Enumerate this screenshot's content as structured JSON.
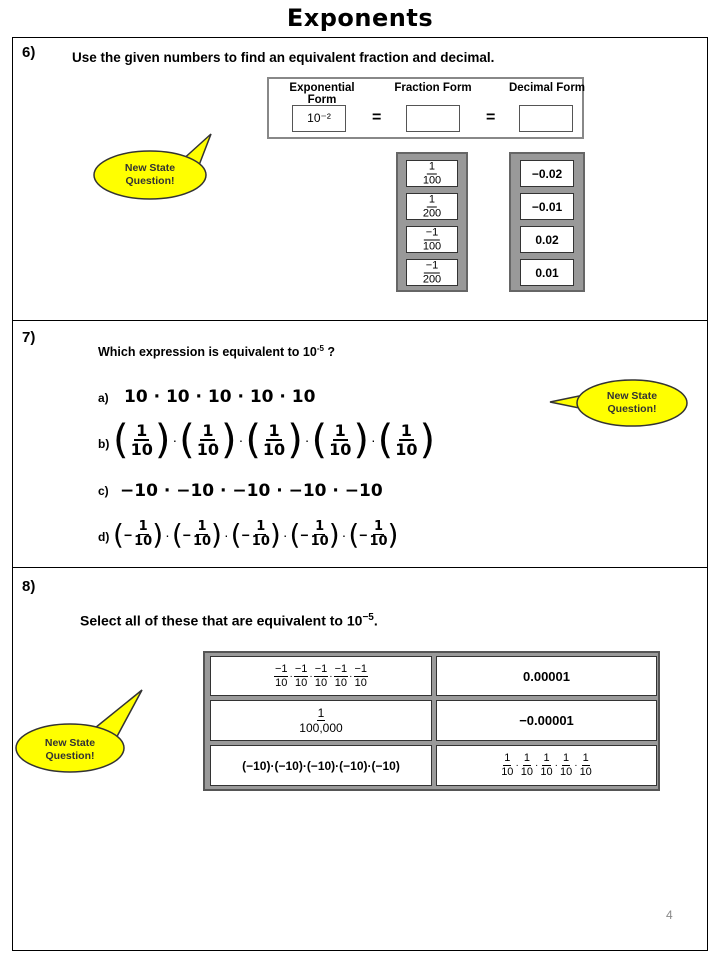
{
  "page": {
    "title": "Exponents",
    "page_number": "4"
  },
  "callout_text": "New State Question!",
  "q6": {
    "number": "6)",
    "instruction": "Use the given numbers to find an equivalent fraction and decimal.",
    "headers": [
      "Exponential Form",
      "Fraction Form",
      "Decimal Form"
    ],
    "exponential_value": "10⁻²",
    "equals": "=",
    "fraction_tiles": [
      {
        "num": "1",
        "den": "100"
      },
      {
        "num": "1",
        "den": "200"
      },
      {
        "num": "−1",
        "den": "100"
      },
      {
        "num": "−1",
        "den": "200"
      }
    ],
    "decimal_tiles": [
      "−0.02",
      "−0.01",
      "0.02",
      "0.01"
    ]
  },
  "q7": {
    "number": "7)",
    "question_prefix": "Which expression is equivalent to 10",
    "question_exp": "-5",
    "question_suffix": " ?",
    "options": {
      "a": {
        "letter": "a)",
        "expr": "10 · 10 · 10 · 10 · 10"
      },
      "b": {
        "letter": "b)",
        "num": "1",
        "den": "10"
      },
      "c": {
        "letter": "c)",
        "expr": "−10 · −10 · −10 · −10 · −10"
      },
      "d": {
        "letter": "d)",
        "num": "1",
        "den": "10",
        "sign": "−"
      }
    }
  },
  "q8": {
    "number": "8)",
    "instruction_prefix": "Select all of these that are equivalent to 10",
    "instruction_exp": "−5",
    "instruction_suffix": ".",
    "cells": {
      "neg_product_num": "−1",
      "neg_product_den": "10",
      "decimal_pos": "0.00001",
      "hundred_thousand_num": "1",
      "hundred_thousand_den": "100,000",
      "decimal_neg": "−0.00001",
      "neg_ten_product": "(−10)·(−10)·(−10)·(−10)·(−10)",
      "pos_product_num": "1",
      "pos_product_den": "10"
    }
  }
}
